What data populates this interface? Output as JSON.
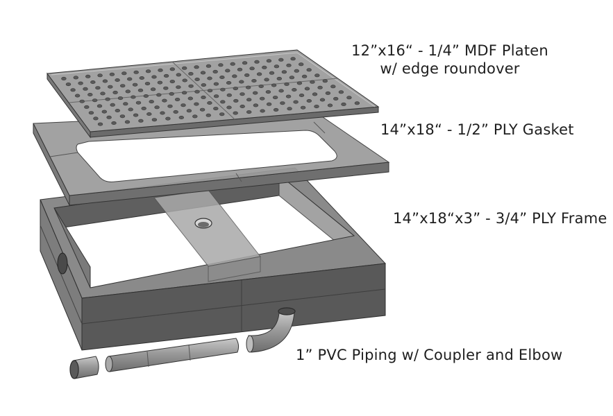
{
  "labels": {
    "platen_line1": "12”x16“ - 1/4” MDF Platen",
    "platen_line2": "w/ edge roundover",
    "gasket": "14”x18“ - 1/2” PLY Gasket",
    "frame": "14”x18“x3” - 3/4” PLY Frame",
    "pvc": "1” PVC Piping w/ Coupler and Elbow"
  },
  "colors": {
    "part_gray": "#8f8f8f",
    "dark_gray": "#5e5e5e",
    "edge_line": "#3a3a3a",
    "text": "#1e1e1e"
  }
}
